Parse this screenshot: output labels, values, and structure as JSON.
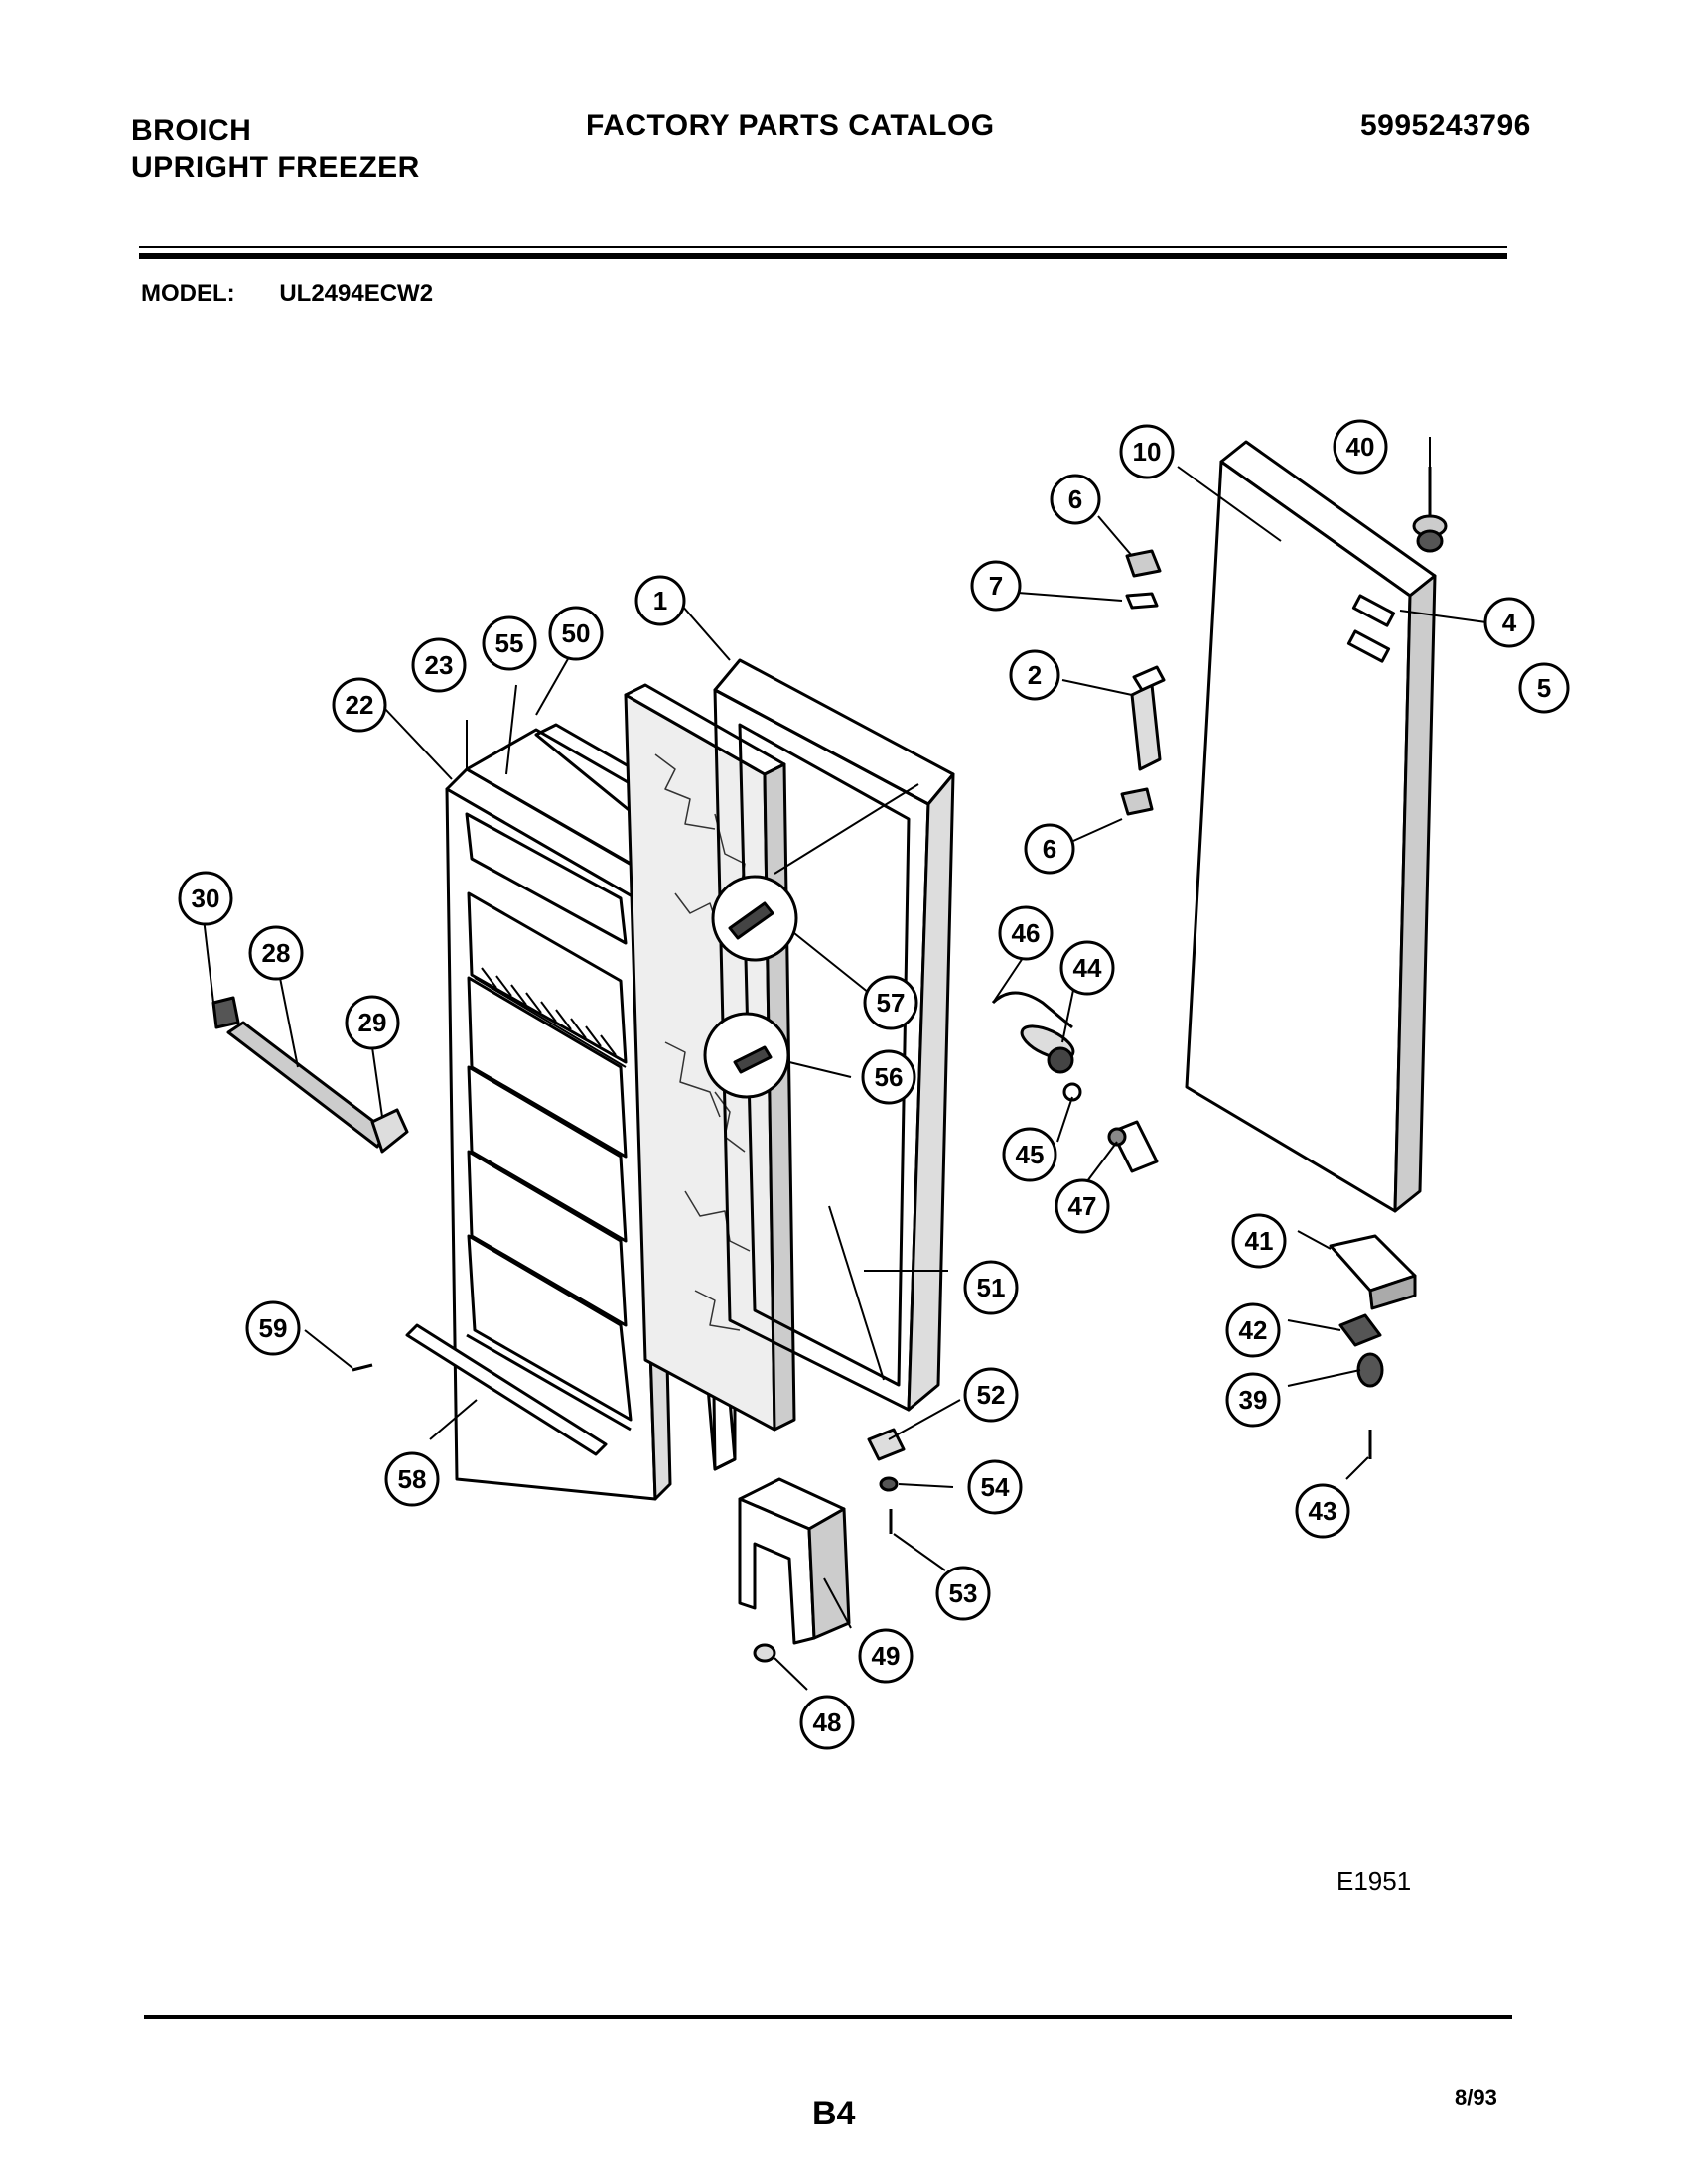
{
  "header": {
    "brand": "BROICH",
    "product": "UPRIGHT FREEZER",
    "catalog_title": "FACTORY PARTS CATALOG",
    "catalog_number": "5995243796"
  },
  "model": {
    "label": "MODEL:",
    "value": "UL2494ECW2"
  },
  "diagram": {
    "drawing_id": "E1951",
    "callouts": [
      "1",
      "2",
      "4",
      "5",
      "6",
      "6",
      "7",
      "10",
      "22",
      "23",
      "28",
      "29",
      "30",
      "39",
      "40",
      "41",
      "42",
      "43",
      "44",
      "45",
      "46",
      "47",
      "48",
      "49",
      "50",
      "51",
      "52",
      "53",
      "54",
      "55",
      "56",
      "57",
      "58",
      "59"
    ]
  },
  "footer": {
    "page": "B4",
    "date": "8/93"
  }
}
